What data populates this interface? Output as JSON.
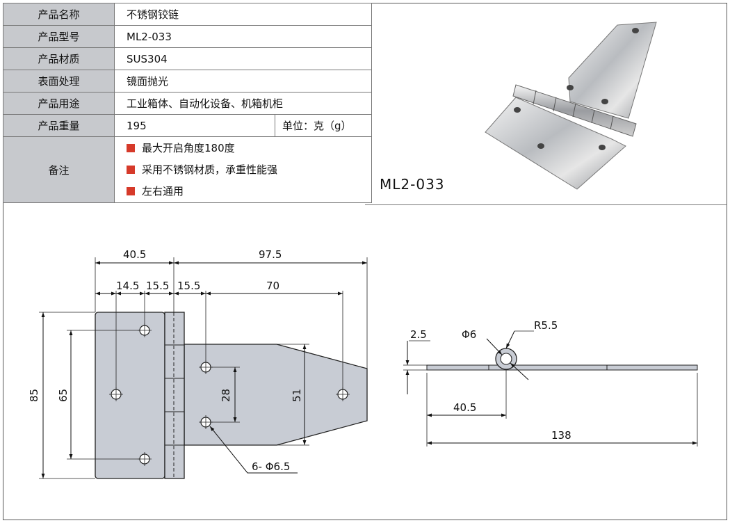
{
  "spec_table": {
    "rows": [
      {
        "label": "产品名称",
        "value": "不锈钢铰链"
      },
      {
        "label": "产品型号",
        "value": "ML2-033"
      },
      {
        "label": "产品材质",
        "value": "SUS304"
      },
      {
        "label": "表面处理",
        "value": "镜面抛光"
      },
      {
        "label": "产品用途",
        "value": "工业箱体、自动化设备、机箱机柜"
      },
      {
        "label": "产品重量",
        "value": "195",
        "unit": "单位：克（g）"
      }
    ],
    "notes_label": "备注",
    "notes": [
      "最大开启角度180度",
      "采用不锈钢材质，承重性能强",
      "左右通用"
    ]
  },
  "photo": {
    "caption": "ML2-033",
    "icon": "hinge-photo"
  },
  "front_view": {
    "dims_top": [
      "40.5",
      "97.5"
    ],
    "dims_second": [
      "14.5",
      "15.5",
      "15.5",
      "70"
    ],
    "dims_left": [
      "85",
      "65"
    ],
    "dims_inner": [
      "28",
      "51"
    ],
    "hole_note": "6- Φ6.5"
  },
  "side_view": {
    "thickness": "2.5",
    "pin_dia": "Φ6",
    "knuckle_radius": "R5.5",
    "offset": "40.5",
    "total": "138"
  },
  "colors": {
    "label_bg": "#c7c9cd",
    "part_fill": "#c8ccd4",
    "bullet": "#d63a2a"
  }
}
